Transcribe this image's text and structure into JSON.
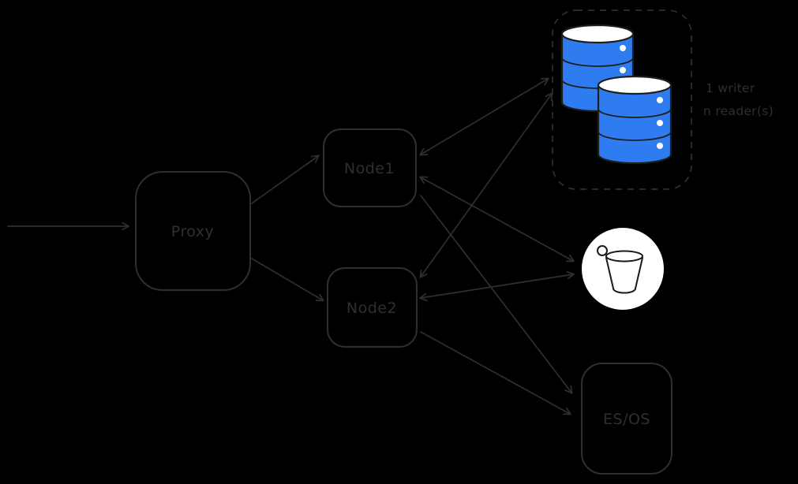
{
  "colors": {
    "background": "#000000",
    "ink": "#2f2f2f",
    "white": "#ffffff",
    "db-fill": "#2e7cf0",
    "db-stroke": "#1e1e1e",
    "bucket-fill": "#ffffff",
    "bucket-ink": "#1a1a1a"
  },
  "nodes": {
    "proxy": {
      "label": "Proxy"
    },
    "node1": {
      "label": "Node1"
    },
    "node2": {
      "label": "Node2"
    },
    "esos": {
      "label": "ES/OS"
    },
    "database_cluster": {
      "icon": "database-cylinders-icon"
    },
    "bucket": {
      "icon": "bucket-icon"
    }
  },
  "annotation": {
    "line1": "1 writer",
    "line2": "n reader(s)"
  },
  "edges": [
    {
      "from": "client",
      "to": "proxy",
      "arrows": "end"
    },
    {
      "from": "proxy",
      "to": "node1",
      "arrows": "end"
    },
    {
      "from": "proxy",
      "to": "node2",
      "arrows": "end"
    },
    {
      "from": "node1",
      "to": "database-cluster",
      "arrows": "both"
    },
    {
      "from": "node2",
      "to": "database-cluster",
      "arrows": "both"
    },
    {
      "from": "node1",
      "to": "bucket",
      "arrows": "both"
    },
    {
      "from": "node2",
      "to": "bucket",
      "arrows": "both"
    },
    {
      "from": "node1",
      "to": "esos",
      "arrows": "end"
    },
    {
      "from": "node2",
      "to": "esos",
      "arrows": "end"
    }
  ]
}
